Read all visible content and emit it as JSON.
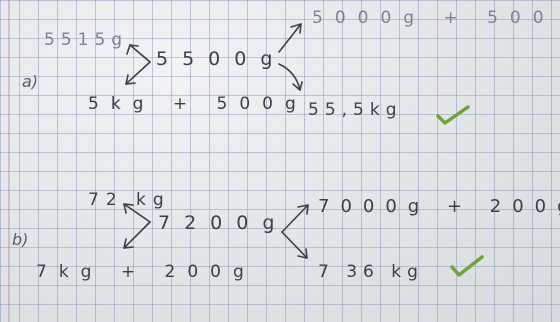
{
  "colors": {
    "ink": "#3d3f47",
    "check": "#6fa33a",
    "grid": "#8a96b8"
  },
  "problem_a": {
    "label": "a)",
    "center": "5500g",
    "left_top": "5515g",
    "left_bottom": "5kg + 500g",
    "right_top": "5000g + 500",
    "right_bottom": "55,5kg",
    "grade_icon": "check-mark-icon"
  },
  "problem_b": {
    "label": "b)",
    "center": "7200g",
    "left_top": "72 kg",
    "left_bottom": "7kg + 200g",
    "right_top": "7000g + 200g",
    "right_bottom": "7 36 kg",
    "grade_icon": "check-mark-icon"
  }
}
